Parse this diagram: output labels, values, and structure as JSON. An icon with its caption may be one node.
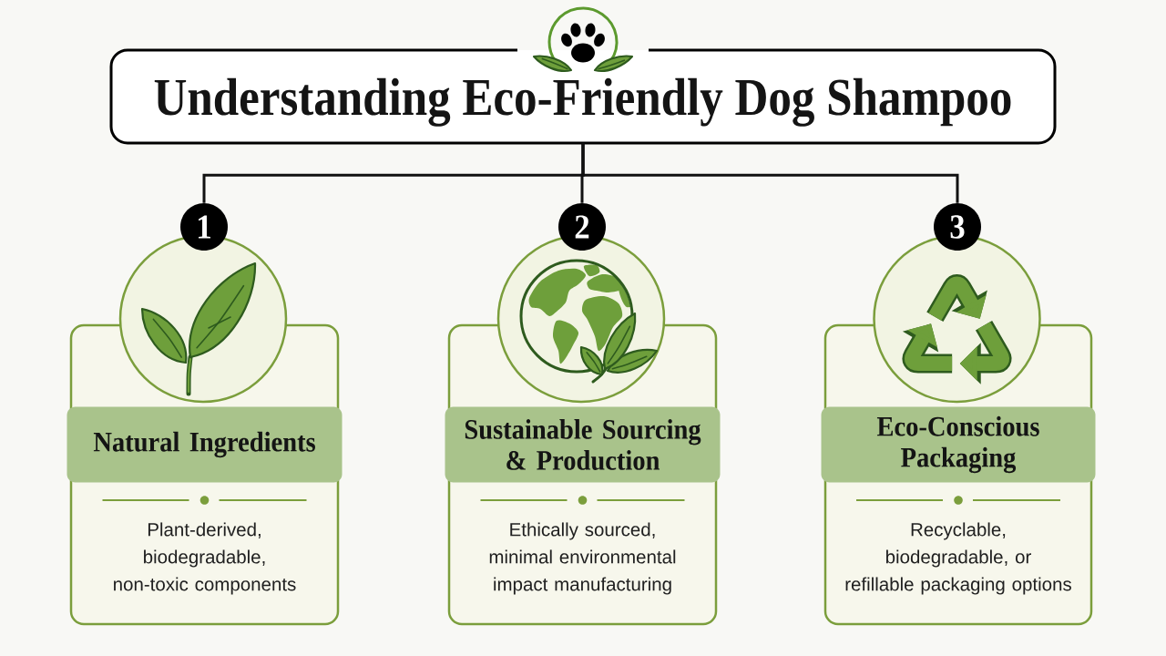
{
  "diagram": {
    "nodes": [
      {
        "text": [
          "Understanding Eco-Friendly Dog Shampoo"
        ]
      },
      {
        "text": [
          "1"
        ]
      },
      {
        "text": [
          "Plant-derived, biodegradable, non-toxic components"
        ]
      },
      {
        "text": [
          "Natural Ingredients"
        ],
        "in": 2
      },
      {
        "text": [
          "2"
        ]
      },
      {
        "text": [
          "Ethically sourced, minimal environmental impact manufacturing"
        ]
      },
      {
        "text": [
          "Sustainable Sourcing & Production"
        ],
        "in": 5
      },
      {
        "text": [
          "3"
        ]
      },
      {
        "text": [
          "Recyclable, biodegradable, or refillable packaging options"
        ]
      },
      {
        "text": [
          "Eco-Conscious Packaging"
        ],
        "in": 8
      }
    ],
    "edges": [
      {
        "from": 0,
        "to": 1,
        "arrow": "none"
      },
      {
        "from": 0,
        "to": 4,
        "arrow": "none"
      },
      {
        "from": 0,
        "to": 7,
        "arrow": "none"
      }
    ]
  }
}
